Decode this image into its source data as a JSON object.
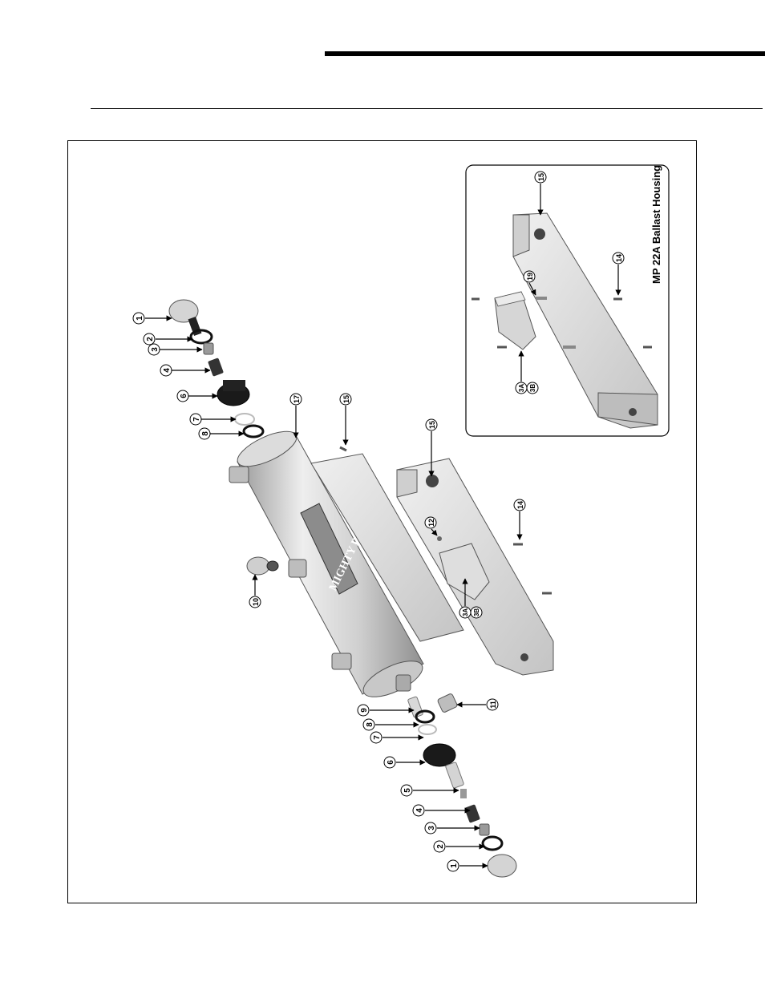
{
  "inset": {
    "title": "MP 22A Ballast Housing"
  },
  "callouts": {
    "top_end": {
      "c1": "1",
      "c2": "2",
      "c3": "3",
      "c4": "4",
      "c6": "6",
      "c7": "7",
      "c8": "8"
    },
    "mid": {
      "c17": "17",
      "c15": "15",
      "c10": "10",
      "c12": "12",
      "c14": "14",
      "c15b": "15",
      "c3a": "3A",
      "c3b": "3B",
      "c11": "11"
    },
    "bottom_end": {
      "c9": "9",
      "c8": "8",
      "c7": "7",
      "c6": "6",
      "c5": "5",
      "c4": "4",
      "c3": "3",
      "c2": "2",
      "c1": "1"
    },
    "inset_parts": {
      "c15": "15",
      "c19": "19",
      "c14": "14",
      "c3a": "3A",
      "c3b": "3B"
    }
  },
  "labels": {
    "brand": "MIGHTY PURE"
  },
  "colors": {
    "metal_light": "#e6e6e6",
    "metal_mid": "#bdbdbd",
    "metal_dark": "#8a8a8a",
    "rubber": "#1a1a1a",
    "outline": "#000000"
  }
}
